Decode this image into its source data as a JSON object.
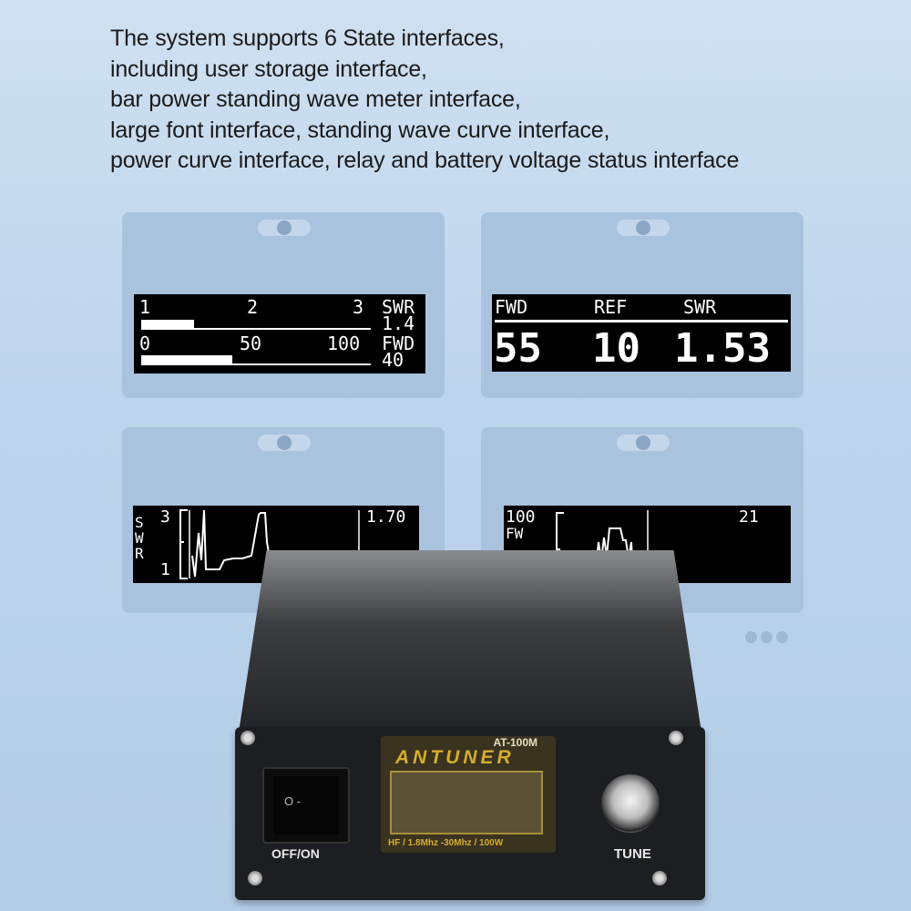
{
  "headline": [
    "The system supports 6 State interfaces,",
    "including user storage interface,",
    "bar power standing wave meter interface,",
    "large font interface, standing wave curve interface,",
    "power curve interface, relay and battery voltage status interface"
  ],
  "bar_screen": {
    "swr_ticks": [
      "1",
      "2",
      "3"
    ],
    "swr_label": "SWR",
    "swr_value": "1.4",
    "fwd_ticks": [
      "0",
      "50",
      "100"
    ],
    "fwd_label": "FWD",
    "fwd_value": "40",
    "swr_fill_percent": 28,
    "fwd_fill_percent": 40
  },
  "large_screen": {
    "headers": [
      "FWD",
      "REF",
      "SWR"
    ],
    "values": [
      "55",
      "10",
      "1.53"
    ]
  },
  "swr_curve": {
    "axis_label": "SWR",
    "y_max": "3",
    "y_min": "1",
    "value": "1.70"
  },
  "power_curve": {
    "y_max": "100",
    "axis_label": "FW",
    "value": "21"
  },
  "device": {
    "model": "AT-100M",
    "brand": "ANTUNER",
    "spec": "HF / 1.8Mhz -30Mhz / 100W",
    "switch_label": "OFF/ON",
    "switch_glyphs": "O  -",
    "button_label": "TUNE"
  }
}
